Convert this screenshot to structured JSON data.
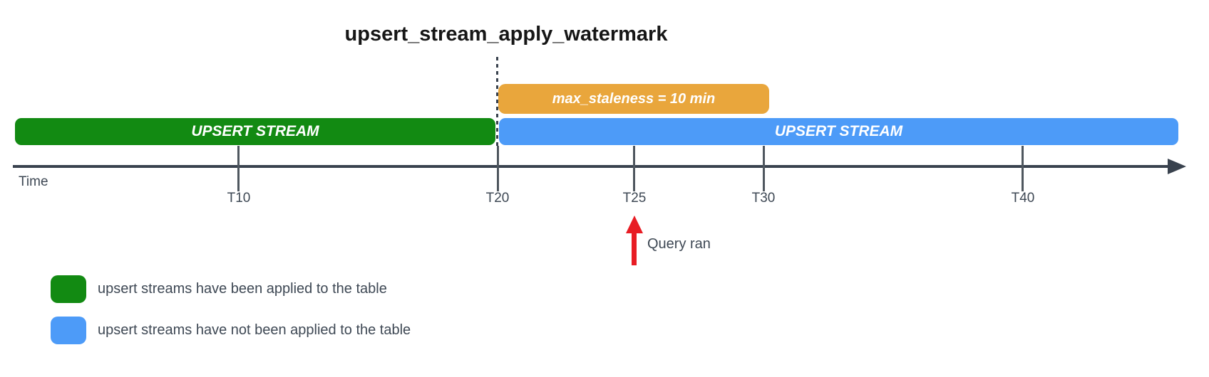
{
  "title": "upsert_stream_apply_watermark",
  "bars": {
    "applied_stream": {
      "label": "UPSERT STREAM",
      "color": "#128A12"
    },
    "unapplied_stream": {
      "label": "UPSERT STREAM",
      "color": "#4D9BF8"
    },
    "staleness_window": {
      "label": "max_staleness = 10 min",
      "color": "#E9A63C"
    }
  },
  "timeline": {
    "axis_label": "Time",
    "axis_color": "#39424E",
    "ticks": [
      "T10",
      "T20",
      "T25",
      "T30",
      "T40"
    ]
  },
  "annotation": {
    "label": "Query ran",
    "arrow_color": "#E81C24"
  },
  "legend": {
    "items": [
      {
        "color": "#128A12",
        "label": "upsert streams have been applied to the table"
      },
      {
        "color": "#4D9BF8",
        "label": "upsert streams have not been applied to the table"
      }
    ]
  }
}
